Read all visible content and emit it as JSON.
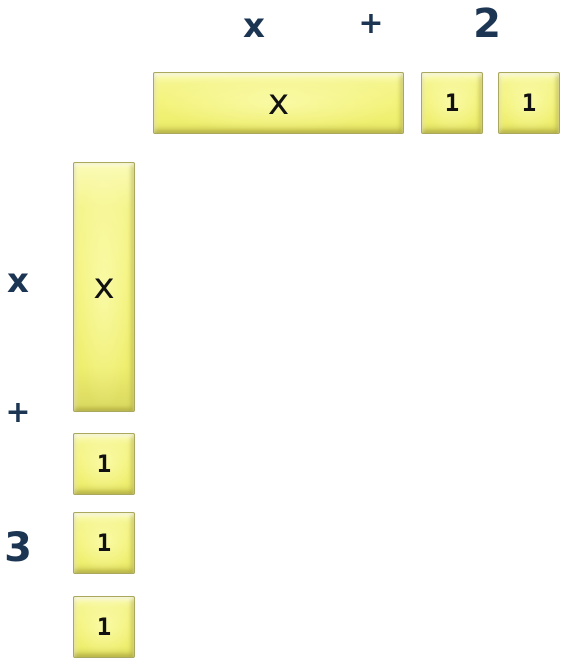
{
  "top_factor": {
    "variable": "x",
    "operator": "+",
    "constant": "2"
  },
  "left_factor": {
    "variable": "x",
    "operator": "+",
    "constant": "3"
  },
  "tiles": {
    "x_label": "x",
    "unit_label": "1"
  }
}
